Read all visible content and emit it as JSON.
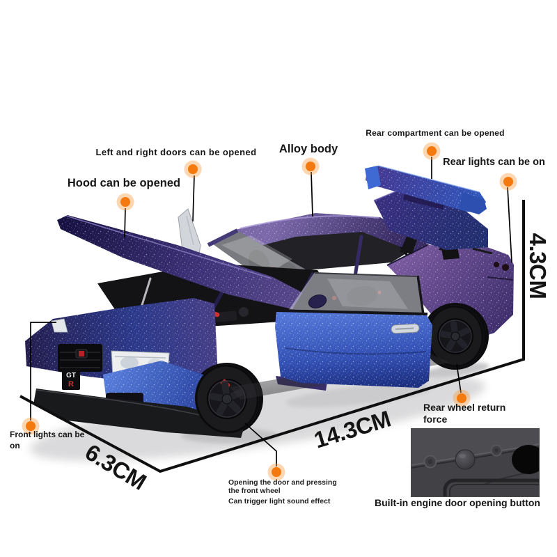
{
  "annotations": {
    "doors": "Left and right doors can be opened",
    "hood": "Hood can be opened",
    "alloy_body": "Alloy body",
    "rear_compartment": "Rear compartment can be opened",
    "rear_lights": "Rear lights can be on",
    "front_lights": "Front lights can be on",
    "rear_wheel_return": "Rear wheel return force",
    "door_sound_line1": "Opening the door and pressing the front wheel",
    "door_sound_line2": "Can trigger light sound effect",
    "built_in_button": "Built-in engine door opening button"
  },
  "dimensions": {
    "height": "4.3CM",
    "length": "14.3CM",
    "width": "6.3CM"
  },
  "car": {
    "grille_badge_top": "GT",
    "grille_badge_bottom": "R"
  },
  "colors": {
    "marker": "#f4790f",
    "marker_glow": "#f79a3e",
    "pointer_line": "#000000",
    "dimension_line": "#0f0f0f",
    "body_purple": "#4a3a7d",
    "door_blue": "#3a5fc0",
    "wing_blue": "#2f5abf",
    "engine_bar_red": "#d22f2f"
  }
}
